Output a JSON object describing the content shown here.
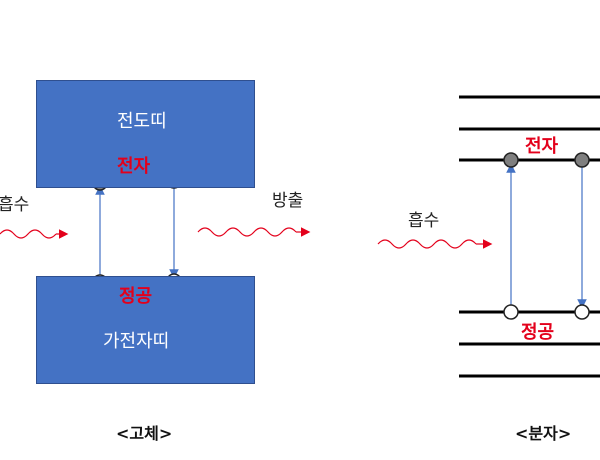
{
  "solid": {
    "conduction_band": "전도띠",
    "valence_band": "가전자띠",
    "electron": "전자",
    "hole": "정공",
    "absorption": "흡수",
    "emission": "방출",
    "caption": "<고체>"
  },
  "molecule": {
    "electron": "전자",
    "hole": "정공",
    "absorption": "흡수",
    "caption": "<분자>"
  },
  "colors": {
    "band_fill": "#4472C4",
    "label_red": "#E3001B",
    "arrow_blue": "#4472C4",
    "wave_red": "#E3001B",
    "electron_fill": "#7F7F7F"
  }
}
